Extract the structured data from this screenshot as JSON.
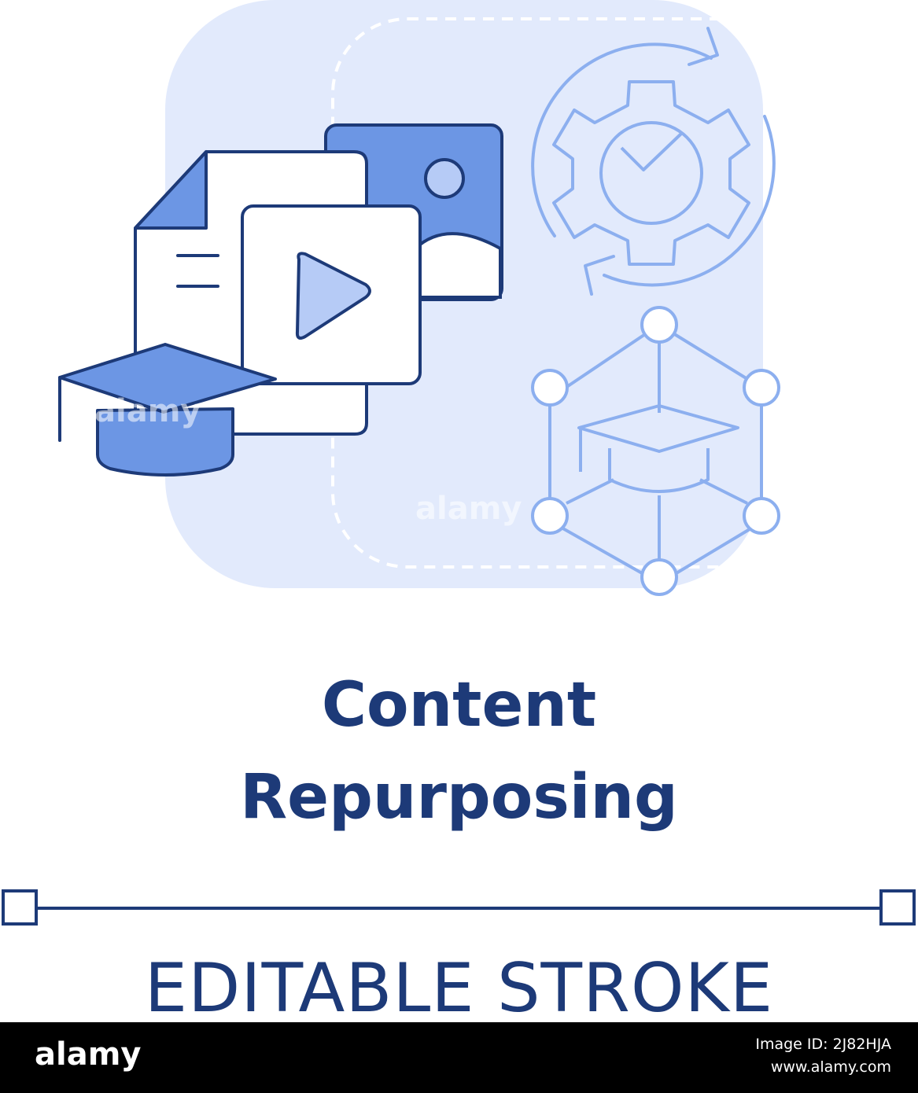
{
  "title": {
    "line1": "Content",
    "line2": "Repurposing"
  },
  "editable_stroke_label": "EDITABLE STROKE",
  "watermark": {
    "brand": "alamy",
    "image_id_line": "Image ID: 2J82HJA",
    "site": "www.alamy.com"
  },
  "colors": {
    "dark_navy": "#1d3a78",
    "medium_blue": "#6c96e4",
    "light_blue_fill": "#b6cbf6",
    "pale_background": "#e2eafc",
    "outline_blue": "#8cafef"
  },
  "icons": [
    "document-icon",
    "image-icon",
    "video-play-icon",
    "graduation-cap-icon",
    "gear-check-icon",
    "refresh-arrows-icon",
    "network-cube-cap-icon"
  ]
}
